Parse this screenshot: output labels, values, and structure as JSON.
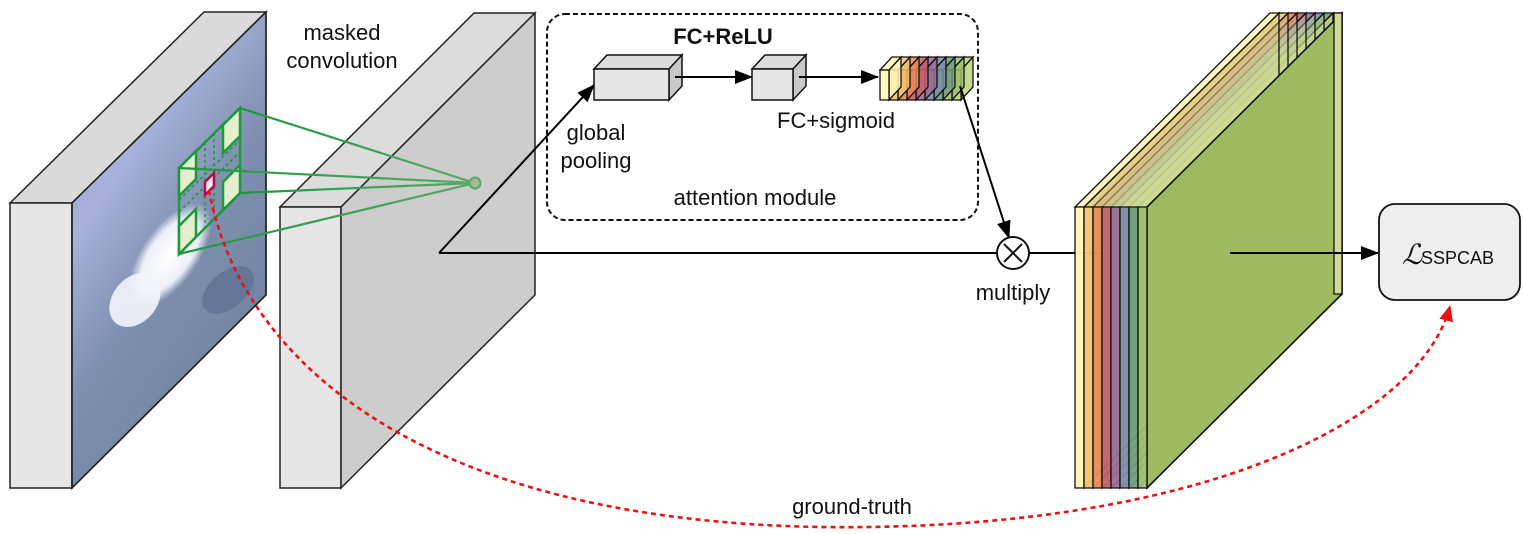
{
  "labels": {
    "masked_convolution_line1": "masked",
    "masked_convolution_line2": "convolution",
    "fc_relu": "FC+ReLU",
    "fc_sigmoid": "FC+sigmoid",
    "global_pooling_line1": "global",
    "global_pooling_line2": "pooling",
    "attention_module": "attention module",
    "multiply": "multiply",
    "ground_truth": "ground-truth",
    "loss_symbol": "ℒ",
    "loss_subscript": "SSPCAB"
  },
  "icons": {
    "multiply_symbol": "×"
  },
  "colors": {
    "block_front": "#e6e6e6",
    "block_top": "#dadada",
    "block_side": "#cdcdcd",
    "kernel_green": "#1a9a3a",
    "kernel_cell_fill": "#e6efcd",
    "masked_pixel": "#b0104a",
    "ground_truth_line": "#ee1111",
    "loss_box_fill": "#eeeeee",
    "channel_colors": [
      "#fff6bb",
      "#f2c56c",
      "#e98a57",
      "#c75f68",
      "#9a6b96",
      "#7b8ea6",
      "#6e9e7e",
      "#9ebf6c"
    ],
    "output_face": "#9fbb62",
    "output_back": "#d2dc96"
  }
}
